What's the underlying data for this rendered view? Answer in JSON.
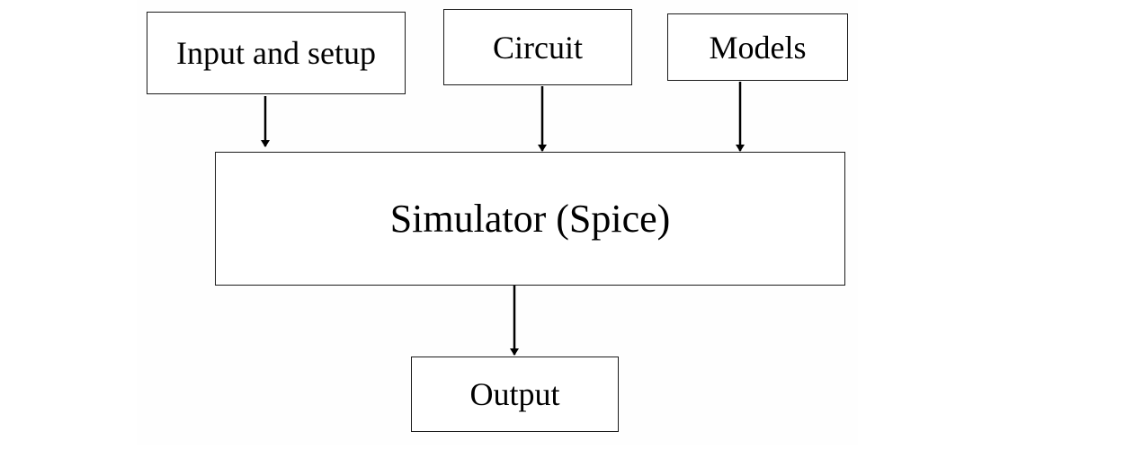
{
  "diagram": {
    "nodes": {
      "input": "Input and setup",
      "circuit": "Circuit",
      "models": "Models",
      "simulator": "Simulator (Spice)",
      "output": "Output"
    },
    "edges": [
      {
        "from": "input",
        "to": "simulator"
      },
      {
        "from": "circuit",
        "to": "simulator"
      },
      {
        "from": "models",
        "to": "simulator"
      },
      {
        "from": "simulator",
        "to": "output"
      }
    ]
  },
  "colors": {
    "stroke": "#1a1a1a",
    "text": "#000000",
    "background": "#ffffff"
  }
}
